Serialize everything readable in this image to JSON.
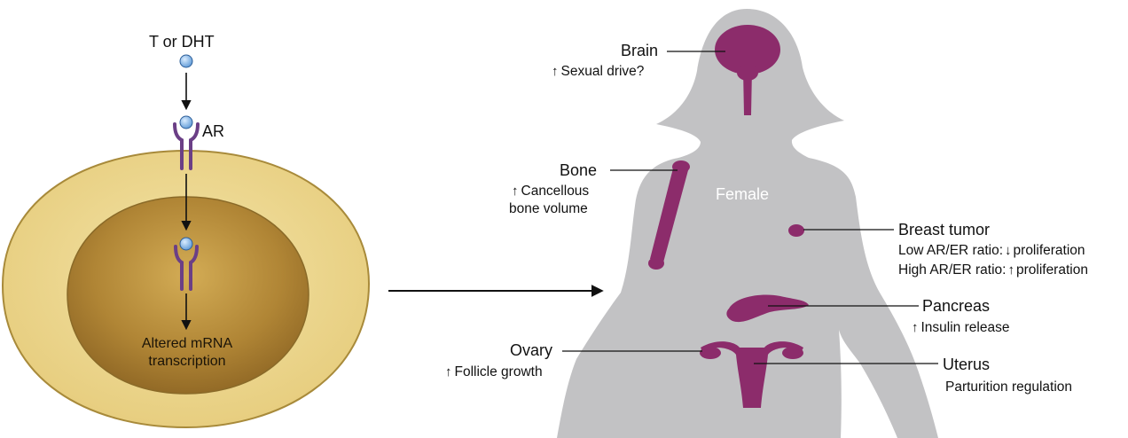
{
  "left": {
    "hormone": "T or DHT",
    "receptor": "AR",
    "nucleus_text_1": "Altered mRNA",
    "nucleus_text_2": "transcription"
  },
  "body_label": "Female",
  "organs": {
    "brain": {
      "name": "Brain",
      "effect": "Sexual drive?"
    },
    "bone": {
      "name": "Bone",
      "effect_1": "Cancellous",
      "effect_2": "bone volume"
    },
    "breast": {
      "name": "Breast tumor",
      "low_prefix": "Low AR/ER ratio:",
      "low_effect": "proliferation",
      "high_prefix": "High AR/ER ratio:",
      "high_effect": "proliferation"
    },
    "pancreas": {
      "name": "Pancreas",
      "effect": "Insulin release"
    },
    "ovary": {
      "name": "Ovary",
      "effect": "Follicle growth"
    },
    "uterus": {
      "name": "Uterus",
      "effect": "Parturition regulation"
    }
  },
  "colors": {
    "silhouette": "#c2c2c4",
    "organ": "#8c2c6b",
    "receptor": "#6b3f86",
    "ligand": "#7eb4ea",
    "cell_outer": "#ecd58c",
    "cell_nucleus": "#b88d3a"
  }
}
